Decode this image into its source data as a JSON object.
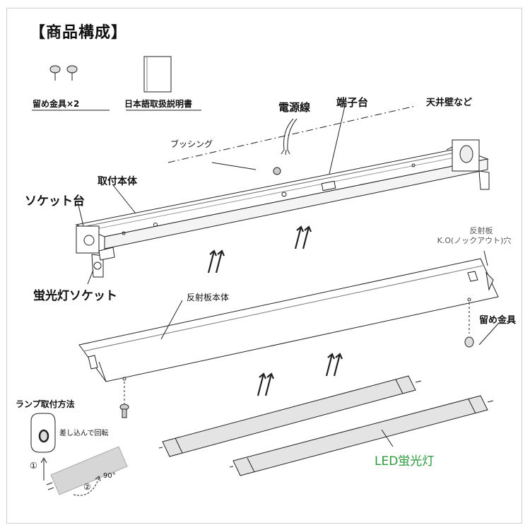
{
  "title": "【商品構成】",
  "parts": {
    "clips": "留め金具×2",
    "manual": "日本語取扱説明書"
  },
  "labels": {
    "power_cord": "電源線",
    "terminal_block": "端子台",
    "ceiling_wall": "天井壁など",
    "bushing": "ブッシング",
    "mount_body": "取付本体",
    "socket_base": "ソケット台",
    "fluorescent_socket": "蛍光灯ソケット",
    "reflector_ko_line1": "反射板",
    "reflector_ko_line2": "K.O(ノックアウト)穴",
    "reflector_body": "反射板本体",
    "clip": "留め金具",
    "led_tube": "LED蛍光灯"
  },
  "lamp_install": {
    "heading": "ランプ取付方法",
    "instruction": "差し込んで回転",
    "step1": "①",
    "step2": "②",
    "angle": "90°"
  },
  "colors": {
    "line": "#222222",
    "accent_green": "#2a9a3c",
    "tube_grey": "#dcdcdc"
  }
}
